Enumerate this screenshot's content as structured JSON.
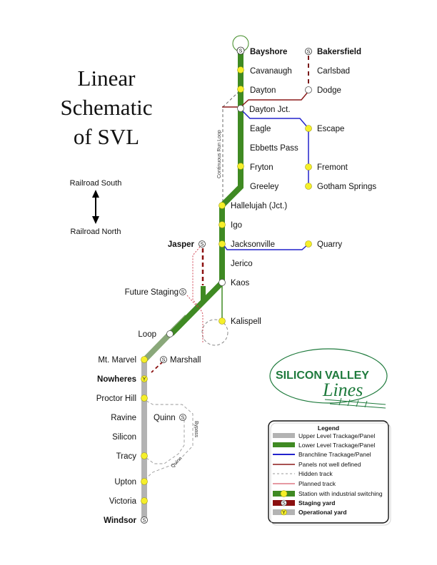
{
  "title": {
    "line1": "Linear",
    "line2": "Schematic",
    "line3": "of SVL"
  },
  "direction": {
    "top": "Railroad South",
    "bottom": "Railroad North"
  },
  "colors": {
    "upper_level": "#b3b3b3",
    "lower_level": "#3f8a23",
    "branchline": "#2222cc",
    "panels_not_defined": "#8b1a1a",
    "hidden_track": "#888888",
    "planned_track": "#cc3344",
    "station_fill": "#f5ef2a",
    "staging_yard": "#8b1010",
    "logo_green": "#1e7a3c"
  },
  "stations": {
    "bayshore": "Bayshore",
    "cavanaugh": "Cavanaugh",
    "dayton": "Dayton",
    "dayton_jct": "Dayton Jct.",
    "eagle": "Eagle",
    "ebbetts_pass": "Ebbetts Pass",
    "fryton": "Fryton",
    "greeley": "Greeley",
    "hallelujah": "Hallelujah (Jct.)",
    "igo": "Igo",
    "jacksonville": "Jacksonville",
    "jerico": "Jerico",
    "kaos": "Kaos",
    "kalispell": "Kalispell",
    "bakersfield": "Bakersfield",
    "carlsbad": "Carlsbad",
    "dodge": "Dodge",
    "escape": "Escape",
    "fremont": "Fremont",
    "gotham_springs": "Gotham Springs",
    "quarry": "Quarry",
    "jasper": "Jasper",
    "future_staging": "Future Staging",
    "loop": "Loop",
    "mt_marvel": "Mt. Marvel",
    "marshall": "Marshall",
    "nowheres": "Nowheres",
    "proctor_hill": "Proctor Hill",
    "ravine": "Ravine",
    "quinn": "Quinn",
    "silicon": "Silicon",
    "tracy": "Tracy",
    "upton": "Upton",
    "victoria": "Victoria",
    "windsor": "Windsor"
  },
  "annotations": {
    "continuous_run_loop": "Continuous Run Loop",
    "bypass": "Bypass",
    "quinn_track": "Quinn"
  },
  "symbols": {
    "staging": "S",
    "operational": "Y"
  },
  "logo": {
    "line1": "SILICON",
    "line2": "VALLEY",
    "line3": "Lines"
  },
  "legend": {
    "title": "Legend",
    "items": [
      {
        "label": "Upper Level Trackage/Panel"
      },
      {
        "label": "Lower Level Trackage/Panel"
      },
      {
        "label": "Branchline Trackage/Panel"
      },
      {
        "label": "Panels not well defined"
      },
      {
        "label": "Hidden track"
      },
      {
        "label": "Planned track"
      },
      {
        "label": "Station with industrial switching"
      },
      {
        "label": "Staging yard"
      },
      {
        "label": "Operational yard"
      }
    ]
  }
}
